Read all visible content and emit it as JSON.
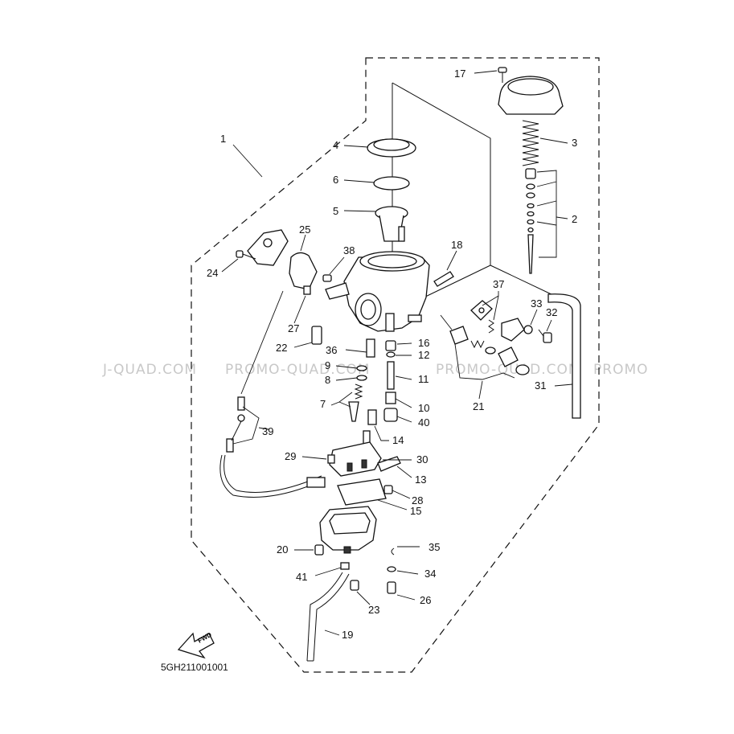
{
  "diagram_code": "5GH211001001",
  "fwd_label": "FWD",
  "watermarks": [
    "J-QUAD.COM",
    "PROMO-QUAD.COM",
    "PROMO-QUAD.COM",
    "PROMO"
  ],
  "callouts": {
    "c1": "1",
    "c2": "2",
    "c3": "3",
    "c4": "4",
    "c5": "5",
    "c6": "6",
    "c7": "7",
    "c8": "8",
    "c9": "9",
    "c10": "10",
    "c11": "11",
    "c12": "12",
    "c13": "13",
    "c14": "14",
    "c15": "15",
    "c16": "16",
    "c17": "17",
    "c18": "18",
    "c19": "19",
    "c20": "20",
    "c21": "21",
    "c22": "22",
    "c23": "23",
    "c24": "24",
    "c25": "25",
    "c26": "26",
    "c27": "27",
    "c28": "28",
    "c29": "29",
    "c30": "30",
    "c31": "31",
    "c32": "32",
    "c33": "33",
    "c34": "34",
    "c35": "35",
    "c36": "36",
    "c37": "37",
    "c38": "38",
    "c39": "39",
    "c40": "40",
    "c41": "41"
  }
}
